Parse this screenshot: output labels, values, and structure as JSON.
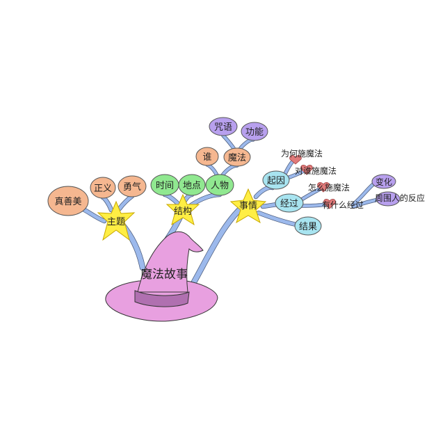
{
  "diagram": {
    "title": "魔法故事",
    "colors": {
      "hat": "#e8a0e0",
      "hat_band": "#b070b0",
      "branch": "#9cb9ec",
      "star": "#ffee44",
      "node_orange": "#f5b790",
      "node_green": "#90e890",
      "node_purple": "#b8a0ee",
      "node_cyan": "#a8e4f0",
      "heart": "#e07a7a"
    },
    "branches": {
      "theme": {
        "label": "主题",
        "children": [
          "真善美",
          "正义",
          "勇气"
        ]
      },
      "structure": {
        "label": "结构",
        "children": [
          "时间",
          "地点",
          "人物"
        ],
        "character": {
          "children": [
            "谁",
            "魔法"
          ],
          "magic": {
            "children": [
              "咒语",
              "功能"
            ]
          }
        }
      },
      "event": {
        "label": "事情",
        "cause": {
          "label": "起因",
          "children": [
            "为何施魔法",
            "对谁施魔法"
          ]
        },
        "process": {
          "label": "经过",
          "children": [
            "怎么施魔法",
            "有什么经过"
          ],
          "outcomes": [
            "变化",
            "周围人的反应"
          ]
        },
        "result": {
          "label": "结果"
        }
      }
    },
    "icons": [
      "wizard-hat-icon",
      "star-icon",
      "heart-icon"
    ]
  }
}
